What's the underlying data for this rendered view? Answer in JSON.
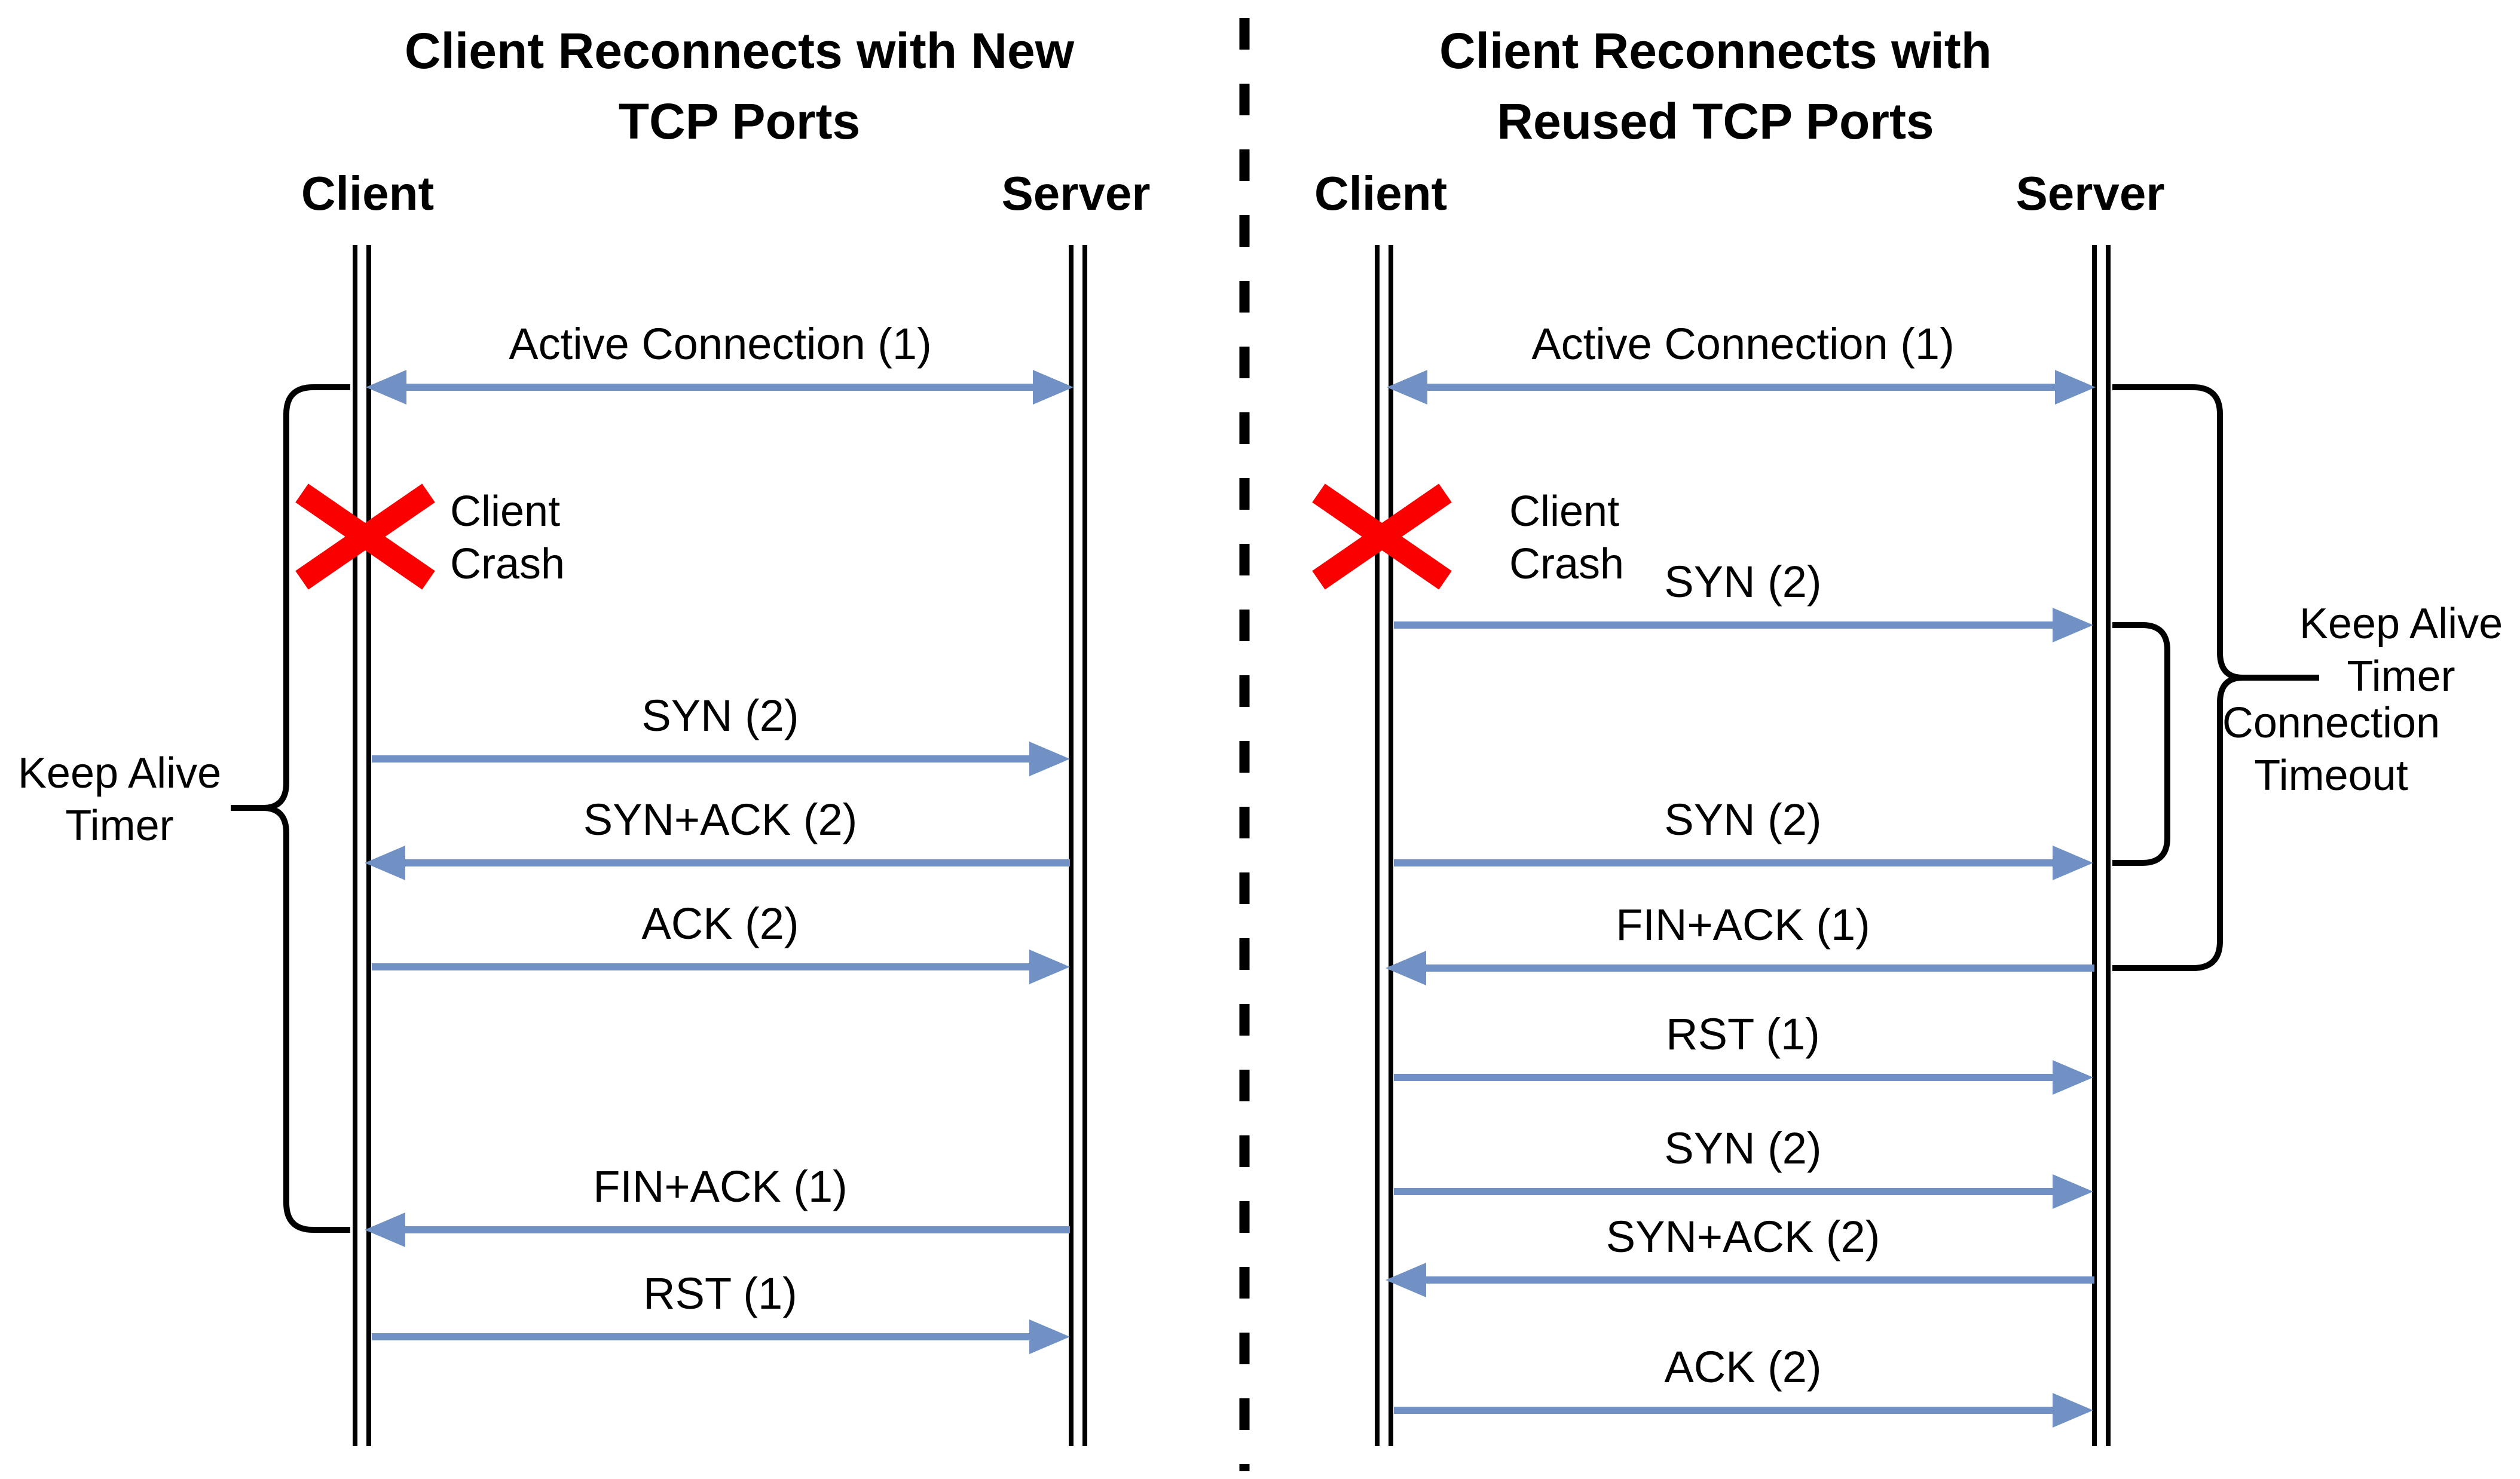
{
  "diagram": {
    "kind": "TCP reconnection sequence diagram, two panels separated by a dashed divider"
  },
  "colors": {
    "arrow_blue": "#7191C5",
    "crash_red": "#fa0000",
    "line_black": "#000000",
    "background": "#ffffff"
  },
  "left_panel": {
    "title_line1": "Client Reconnects with New",
    "title_line2": "TCP Ports",
    "client_label": "Client",
    "server_label": "Server",
    "crash_line1": "Client",
    "crash_line2": "Crash",
    "side_label_line1": "Keep Alive",
    "side_label_line2": "Timer",
    "messages": [
      {
        "label": "Active Connection (1)",
        "direction": "both"
      },
      {
        "label": "SYN (2)",
        "direction": "client-to-server"
      },
      {
        "label": "SYN+ACK (2)",
        "direction": "server-to-client"
      },
      {
        "label": "ACK (2)",
        "direction": "client-to-server"
      },
      {
        "label": "FIN+ACK (1)",
        "direction": "server-to-client"
      },
      {
        "label": "RST (1)",
        "direction": "client-to-server"
      }
    ]
  },
  "right_panel": {
    "title_line1": "Client Reconnects with",
    "title_line2": "Reused TCP Ports",
    "client_label": "Client",
    "server_label": "Server",
    "crash_line1": "Client",
    "crash_line2": "Crash",
    "keep_alive_label_line1": "Keep Alive",
    "keep_alive_label_line2": "Timer",
    "connection_timeout_label_line1": "Connection",
    "connection_timeout_label_line2": "Timeout",
    "messages": [
      {
        "label": "Active Connection (1)",
        "direction": "both"
      },
      {
        "label": "SYN (2)",
        "direction": "client-to-server"
      },
      {
        "label": "SYN (2)",
        "direction": "client-to-server"
      },
      {
        "label": "FIN+ACK (1)",
        "direction": "server-to-client"
      },
      {
        "label": "RST (1)",
        "direction": "client-to-server"
      },
      {
        "label": "SYN (2)",
        "direction": "client-to-server"
      },
      {
        "label": "SYN+ACK (2)",
        "direction": "server-to-client"
      },
      {
        "label": "ACK (2)",
        "direction": "client-to-server"
      }
    ]
  }
}
